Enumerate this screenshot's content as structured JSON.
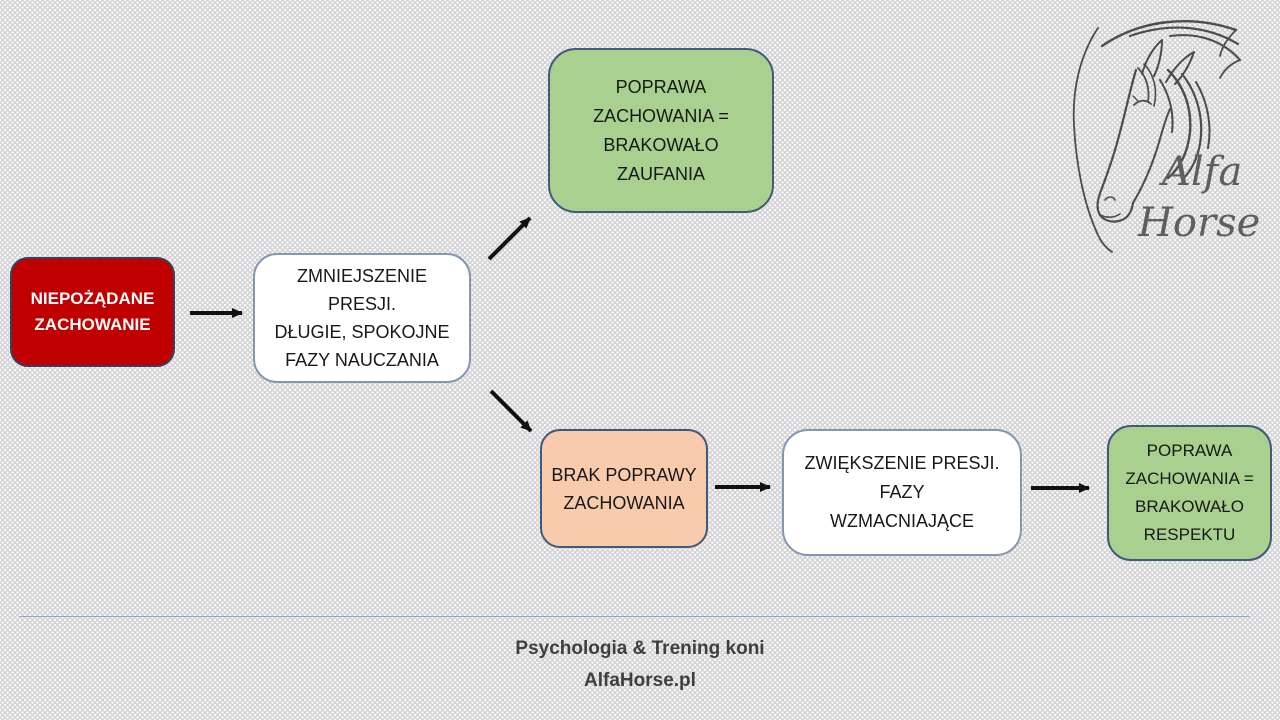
{
  "slide": {
    "background_color": "#d4d4d7",
    "dot_pattern_color": "#ffffff"
  },
  "colors": {
    "red_node_fill": "#c00000",
    "green_node_fill": "#a9d08e",
    "orange_node_fill": "#f8cbad",
    "white_node_fill": "#ffffff",
    "dark_border": "#41597c",
    "light_border": "#8496b0",
    "arrow_color": "#111111",
    "divider_line_color": "#8aa5cf",
    "footer_text_color": "#3f3f3f",
    "logo_stroke_color": "#4d4d4d"
  },
  "nodes": [
    {
      "id": "undesired-behavior",
      "label": "NIEPOŻĄDANE\nZACHOWANIE",
      "fill": "#c00000"
    },
    {
      "id": "decrease-pressure",
      "label": "ZMNIEJSZENIE\nPRESJI.\nDŁUGIE, SPOKOJNE\nFAZY NAUCZANIA",
      "fill": "#ffffff"
    },
    {
      "id": "improvement-trust",
      "label": "POPRAWA\nZACHOWANIA =\nBRAKOWAŁO\nZAUFANIA",
      "fill": "#a9d08e"
    },
    {
      "id": "no-improvement",
      "label": "BRAK POPRAWY\nZACHOWANIA",
      "fill": "#f8cbad"
    },
    {
      "id": "increase-pressure",
      "label": "ZWIĘKSZENIE PRESJI.\nFAZY\nWZMACNIAJĄCE",
      "fill": "#ffffff"
    },
    {
      "id": "improvement-respect",
      "label": "POPRAWA\nZACHOWANIA =\nBRAKOWAŁO\nRESPEKTU",
      "fill": "#a9d08e"
    }
  ],
  "logo": {
    "word1": "Alfa",
    "word2": "Horse"
  },
  "footer": {
    "line1": "Psychologia & Trening koni",
    "line2": "AlfaHorse.pl"
  }
}
